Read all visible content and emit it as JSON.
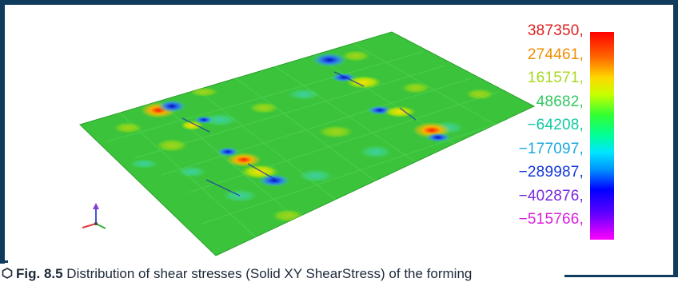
{
  "legend": {
    "colors": [
      "#e02020",
      "#f08c00",
      "#a8d820",
      "#30c860",
      "#10c8a0",
      "#1aa8e0",
      "#1438d8",
      "#7a28e0",
      "#d820e0"
    ],
    "values": [
      "387350,",
      "274461,",
      "161571,",
      "48682,",
      "−64208,",
      "−177097,",
      "−289987,",
      "−402876,",
      "−515766,"
    ]
  },
  "caption": {
    "number": "Fig. 8.5",
    "text": " Distribution of shear stresses (Solid XY ShearStress) of the forming"
  },
  "colors": {
    "frame": "#0f3b5c",
    "plate": "#3cc33c",
    "caption_text": "#1c2838"
  },
  "icons": [
    "hexagon-icon",
    "axis-triad-icon"
  ]
}
